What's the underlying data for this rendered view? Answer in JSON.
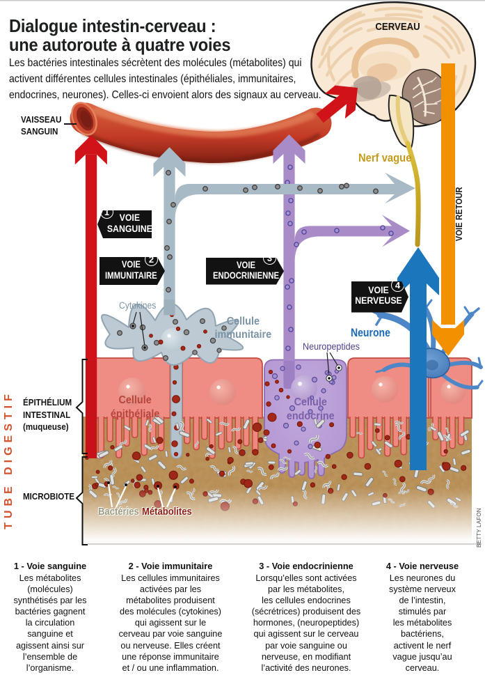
{
  "header": {
    "title": "Dialogue intestin-cerveau :\nune autoroute à quatre voies",
    "intro": "Les bactéries intestinales sécrètent des molécules (métabolites) qui\nactivent différentes cellules intestinales (épithéliales, immunitaires,\nendocrines, neurones). Celles-ci envoient alors des signaux au cerveau."
  },
  "diagram": {
    "brain_label": "CERVEAU",
    "vessel_label": "VAISSEAU\nSANGUIN",
    "vagus_label": "Nerf vague",
    "return_label": "VOIE RETOUR",
    "tube_label": "TUBE DIGESTIF",
    "epithelium_label": "ÉPITHÉLIUM\nINTESTINAL\n(muqueuse)",
    "microbiote_label": "MICROBIOTE",
    "cytokines_label": "Cytokines",
    "immune_cell_label": "Cellule\nimmunitaire",
    "epithelial_cell_label": "Cellule\népithéliale",
    "endocrine_cell_label": "Cellule\nendocrine",
    "neuropeptides_label": "Neuropeptides",
    "neuron_label": "Neurone",
    "bacteria_label": "Bactéries",
    "metabolites_label": "Métabolites",
    "credit": "BETTY LAFON",
    "pathways": [
      {
        "num": "1",
        "name": "VOIE\nSANGUINE"
      },
      {
        "num": "2",
        "name": "VOIE\nIMMUNITAIRE"
      },
      {
        "num": "3",
        "name": "VOIE\nENDOCRINIENNE"
      },
      {
        "num": "4",
        "name": "VOIE\nNERVEUSE"
      }
    ],
    "colors": {
      "blood": "#d01319",
      "immune": "#a7bac6",
      "endocrine": "#a98bc8",
      "nerve": "#1b76bc",
      "return": "#f39000",
      "vagus": "#c9a823",
      "epithelium": "#f0928a",
      "microbiota": "#bc9157"
    }
  },
  "legend": {
    "columns": [
      {
        "title": "1 - Voie sanguine",
        "body": "Les métabolites\n(molécules)\nsynthétisés par les\nbactéries gagnent\nla circulation\nsanguine et\nagissent ainsi sur\nl’ensemble de\nl’organisme."
      },
      {
        "title": "2 - Voie immunitaire",
        "body": "Les cellules immunitaires\nactivées par les\nmétabolites produisent\ndes molécules (cytokines)\nqui agissent  sur le\ncerveau par voie sanguine\nou nerveuse. Elles créent\nune réponse  immunitaire\net / ou une inflammation."
      },
      {
        "title": "3 - Voie endocrinienne",
        "body": "Lorsqu’elles sont activées\npar les métabolites,\nles cellules endocrines\n(sécrétrices) produisent des\nhormones, (neuropeptides)\nqui agissent sur le cerveau\npar voie sanguine ou\nnerveuse, en modifiant\nl’activité des neurones."
      },
      {
        "title": "4 - Voie nerveuse",
        "body": "Les neurones du\nsystème nerveux\nde l’intestin,\nstimulés par\nles métabolites\nbactériens,\nactivent le nerf\nvague jusqu’au\ncerveau."
      }
    ]
  }
}
